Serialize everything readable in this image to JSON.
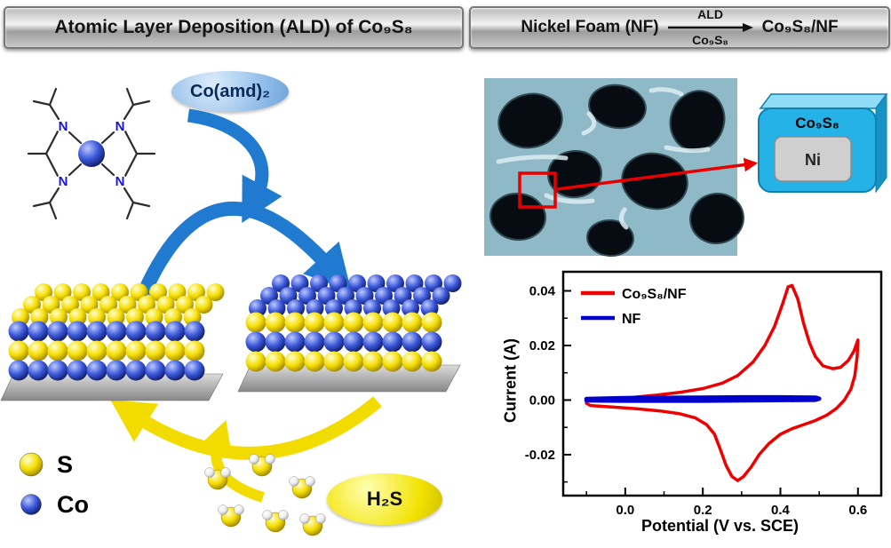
{
  "left_panel": {
    "title": "Atomic Layer Deposition (ALD) of Co₉S₈",
    "precursor_label": "Co(amd)₂",
    "h2s_label": "H₂S",
    "molecule": {
      "nitrogen_label": "N"
    },
    "legend": {
      "s_label": "S",
      "co_label": "Co"
    }
  },
  "right_panel": {
    "title_left": "Nickel Foam (NF)",
    "arrow_top": "ALD",
    "arrow_bottom": "Co₉S₈",
    "title_right": "Co₉S₈/NF",
    "box_outer_label": "Co₉S₈",
    "box_inner_label": "Ni"
  },
  "colors": {
    "sulfur_yellow": "#f6de00",
    "cobalt_blue": "#3b57d8",
    "arrow_blue": "#1f7ad0",
    "arrow_yellow": "#f2dc00",
    "sem_teal": "#8fb9c6",
    "box_cyan": "#25b2e6",
    "annotation_red": "#e80000"
  },
  "chart_data": {
    "type": "line",
    "title": "",
    "xlabel": "Potential (V vs. SCE)",
    "ylabel": "Current (A)",
    "xlim": [
      -0.16,
      0.66
    ],
    "ylim": [
      -0.035,
      0.047
    ],
    "xticks": [
      0.0,
      0.2,
      0.4,
      0.6
    ],
    "yticks": [
      -0.02,
      0.0,
      0.02,
      0.04
    ],
    "xminor": [
      -0.1,
      0.1,
      0.3,
      0.5
    ],
    "yminor": [
      -0.03,
      -0.01,
      0.01,
      0.03
    ],
    "grid": false,
    "legend_position": "top-left",
    "series": [
      {
        "name": "Co₉S₈/NF",
        "color": "#ee0000",
        "width": 3.5,
        "points": [
          [
            -0.1,
            0.0
          ],
          [
            -0.04,
            0.0005
          ],
          [
            0.02,
            0.001
          ],
          [
            0.08,
            0.0018
          ],
          [
            0.14,
            0.0028
          ],
          [
            0.2,
            0.0042
          ],
          [
            0.25,
            0.0062
          ],
          [
            0.29,
            0.009
          ],
          [
            0.33,
            0.014
          ],
          [
            0.36,
            0.02
          ],
          [
            0.385,
            0.027
          ],
          [
            0.405,
            0.035
          ],
          [
            0.42,
            0.0415
          ],
          [
            0.43,
            0.042
          ],
          [
            0.445,
            0.037
          ],
          [
            0.46,
            0.028
          ],
          [
            0.475,
            0.021
          ],
          [
            0.49,
            0.016
          ],
          [
            0.51,
            0.0125
          ],
          [
            0.535,
            0.0115
          ],
          [
            0.555,
            0.012
          ],
          [
            0.575,
            0.0145
          ],
          [
            0.59,
            0.018
          ],
          [
            0.6,
            0.022
          ],
          [
            0.598,
            0.016
          ],
          [
            0.592,
            0.009
          ],
          [
            0.582,
            0.004
          ],
          [
            0.565,
            0.0
          ],
          [
            0.545,
            -0.003
          ],
          [
            0.52,
            -0.0055
          ],
          [
            0.49,
            -0.0075
          ],
          [
            0.46,
            -0.009
          ],
          [
            0.43,
            -0.0105
          ],
          [
            0.4,
            -0.0125
          ],
          [
            0.37,
            -0.016
          ],
          [
            0.345,
            -0.02
          ],
          [
            0.325,
            -0.0245
          ],
          [
            0.305,
            -0.028
          ],
          [
            0.29,
            -0.0295
          ],
          [
            0.275,
            -0.028
          ],
          [
            0.26,
            -0.024
          ],
          [
            0.245,
            -0.018
          ],
          [
            0.23,
            -0.0125
          ],
          [
            0.21,
            -0.009
          ],
          [
            0.18,
            -0.0065
          ],
          [
            0.14,
            -0.005
          ],
          [
            0.09,
            -0.004
          ],
          [
            0.03,
            -0.0032
          ],
          [
            -0.03,
            -0.0026
          ],
          [
            -0.09,
            -0.002
          ],
          [
            -0.1,
            -0.0012
          ],
          [
            -0.1,
            0.0
          ]
        ]
      },
      {
        "name": "NF",
        "color": "#0000cc",
        "width": 5,
        "points": [
          [
            -0.1,
            0.0004
          ],
          [
            0.0,
            0.0007
          ],
          [
            0.1,
            0.0008
          ],
          [
            0.2,
            0.0009
          ],
          [
            0.3,
            0.001
          ],
          [
            0.4,
            0.001
          ],
          [
            0.49,
            0.0009
          ],
          [
            0.5,
            0.0005
          ],
          [
            0.49,
            0.0001
          ],
          [
            0.4,
            0.0
          ],
          [
            0.3,
            -0.0001
          ],
          [
            0.2,
            -0.0002
          ],
          [
            0.1,
            -0.0002
          ],
          [
            0.0,
            -0.0002
          ],
          [
            -0.1,
            -0.0001
          ]
        ]
      }
    ]
  }
}
